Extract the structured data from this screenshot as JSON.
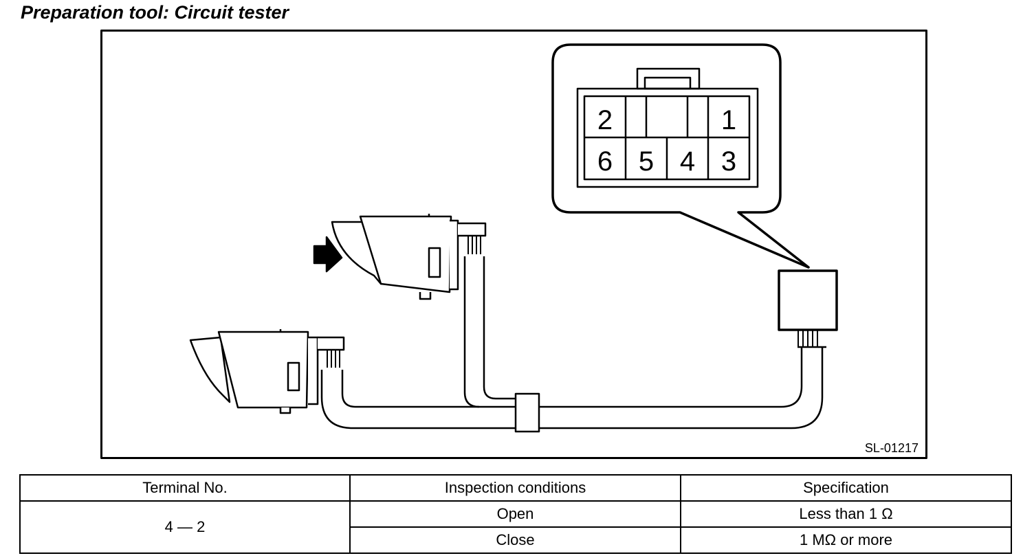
{
  "heading": "Preparation tool: Circuit tester",
  "figure": {
    "code": "SL-01217",
    "connector_pins": [
      "2",
      "",
      "1",
      "6",
      "5",
      "4",
      "3"
    ],
    "arrow": "arrow-right-icon"
  },
  "table": {
    "headers": [
      "Terminal No.",
      "Inspection conditions",
      "Specification"
    ],
    "terminal": "4 — 2",
    "rows": [
      {
        "condition": "Open",
        "spec": "Less than 1 Ω"
      },
      {
        "condition": "Close",
        "spec": "1 MΩ or more"
      }
    ]
  }
}
